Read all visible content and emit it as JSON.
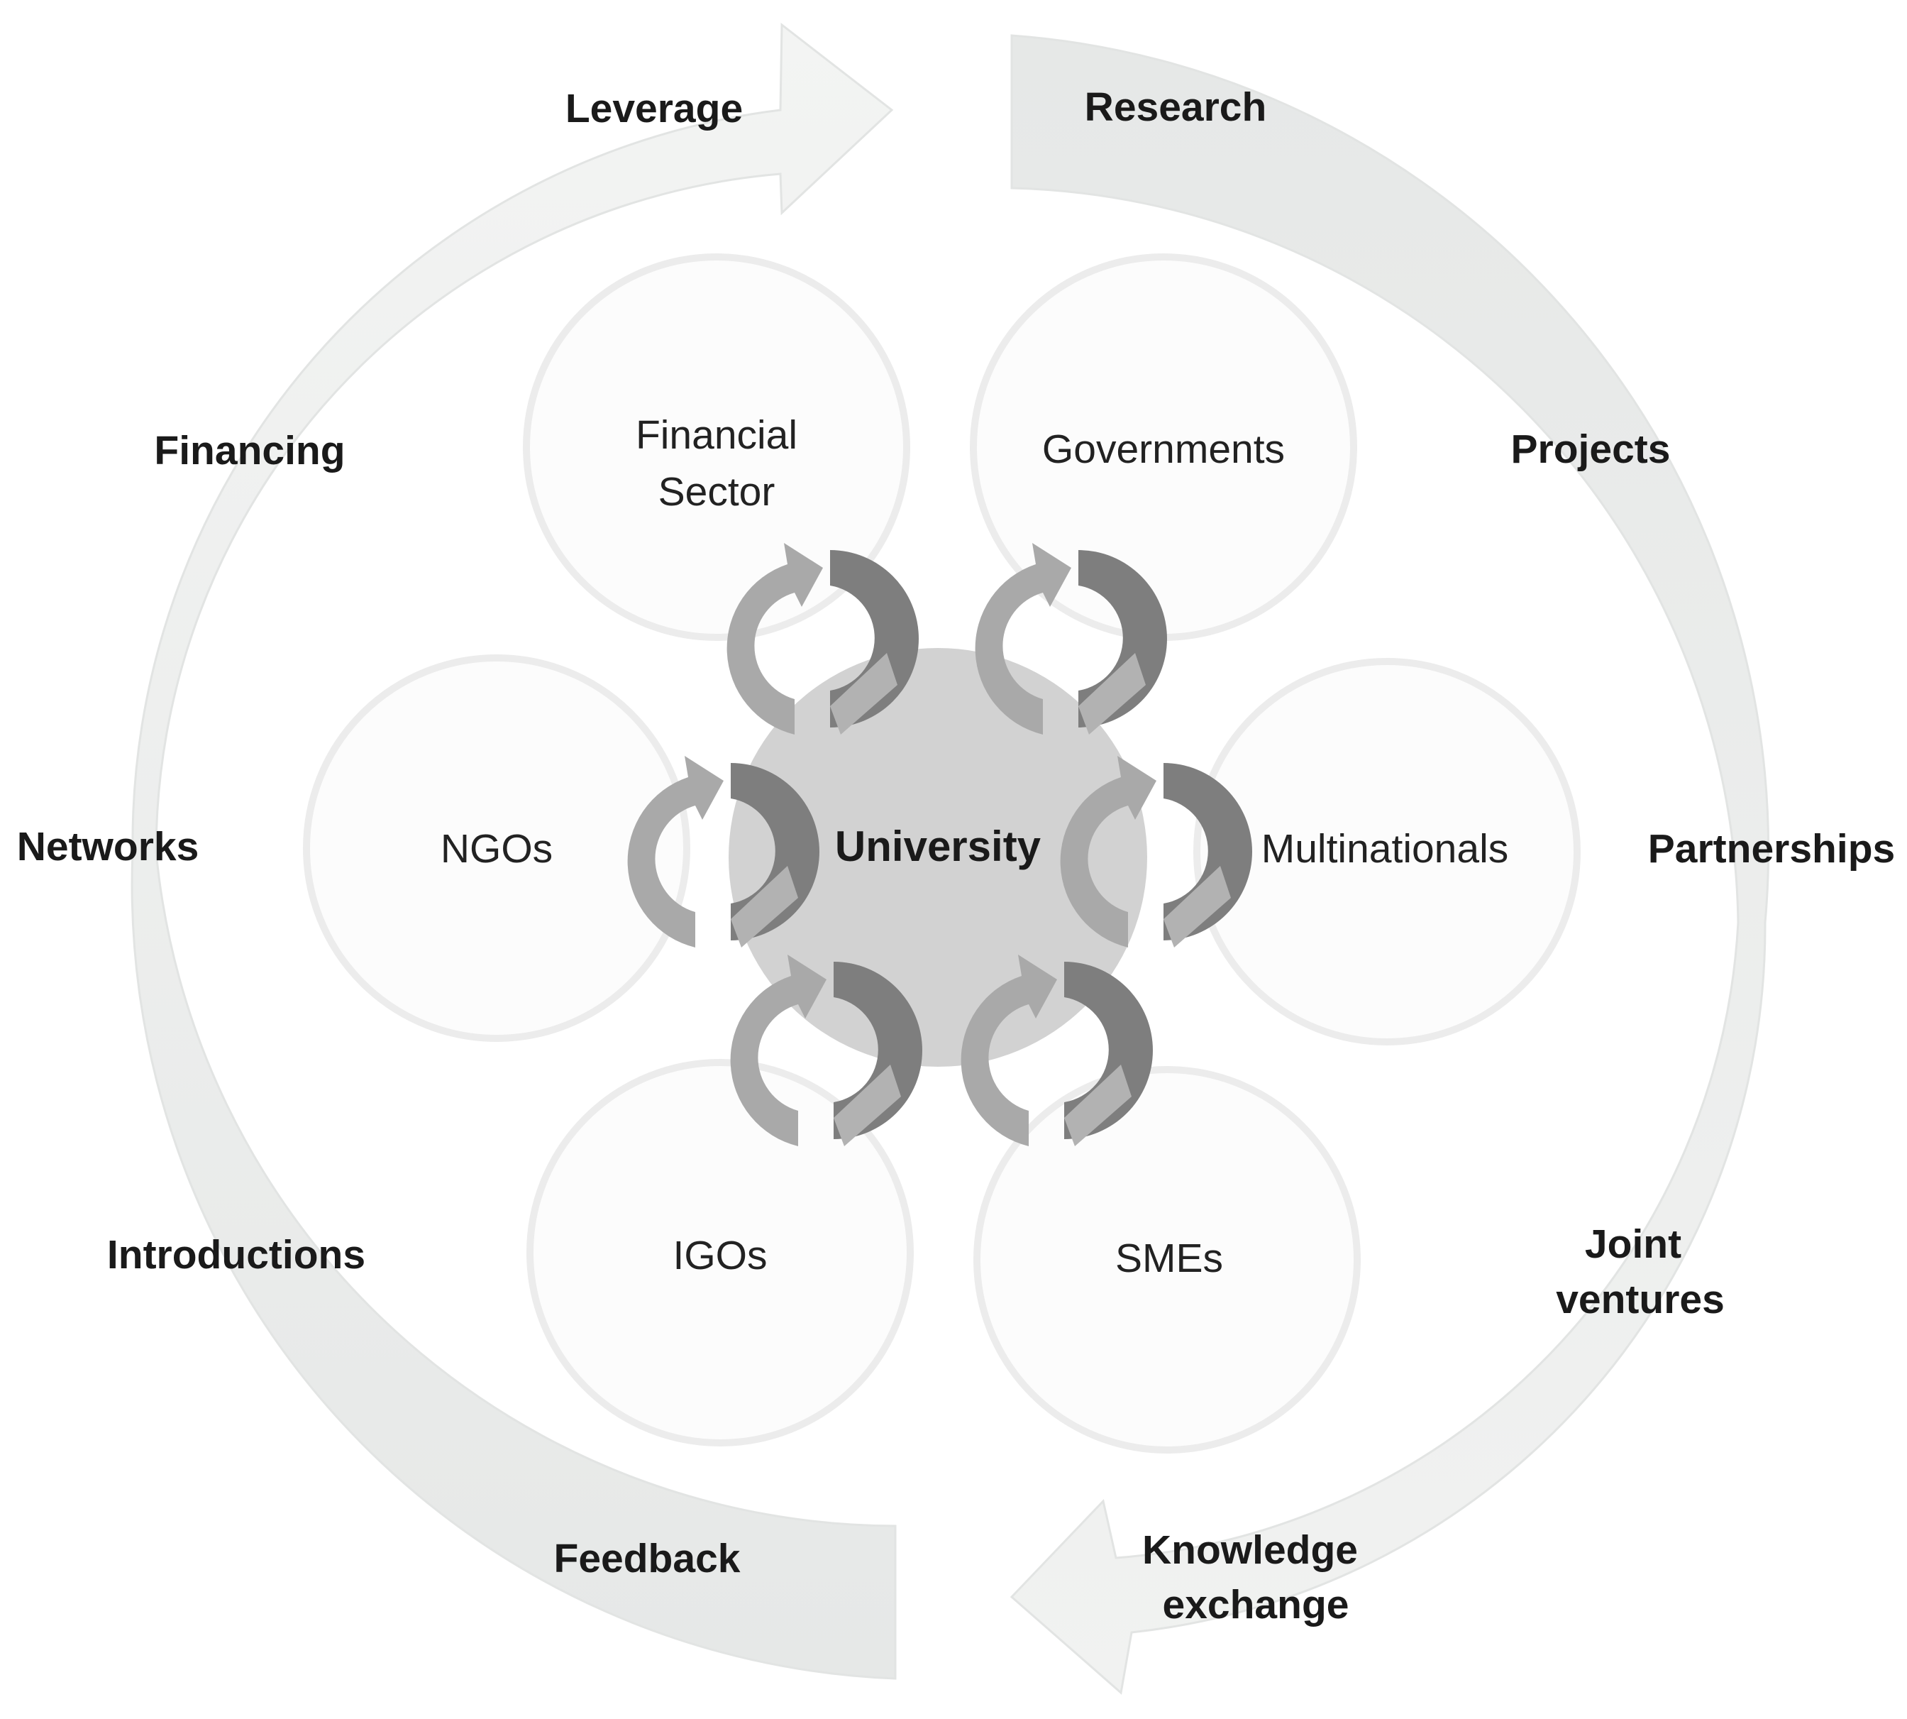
{
  "center": {
    "label": "University"
  },
  "stakeholders": {
    "financial_sector": [
      "Financial",
      "Sector"
    ],
    "governments": "Governments",
    "ngos": "NGOs",
    "multinationals": "Multinationals",
    "igos": "IGOs",
    "smes": "SMEs"
  },
  "cycle_labels": {
    "leverage": "Leverage",
    "research": "Research",
    "financing": "Financing",
    "projects": "Projects",
    "networks": "Networks",
    "partnerships": "Partnerships",
    "introductions": "Introductions",
    "joint_ventures": [
      "Joint",
      "ventures"
    ],
    "feedback": "Feedback",
    "knowledge_exchange": [
      "Knowledge",
      "exchange"
    ]
  },
  "colors": {
    "outer_ring": "#e9ebea",
    "outer_ring_edge": "#dfe1e0",
    "stakeholder_fill": "#fcfcfc",
    "stakeholder_stroke": "#ececec",
    "center_fill": "#d2d2d2",
    "arrow_dark": "#7e7e7e",
    "arrow_light": "#a9a9a9"
  }
}
